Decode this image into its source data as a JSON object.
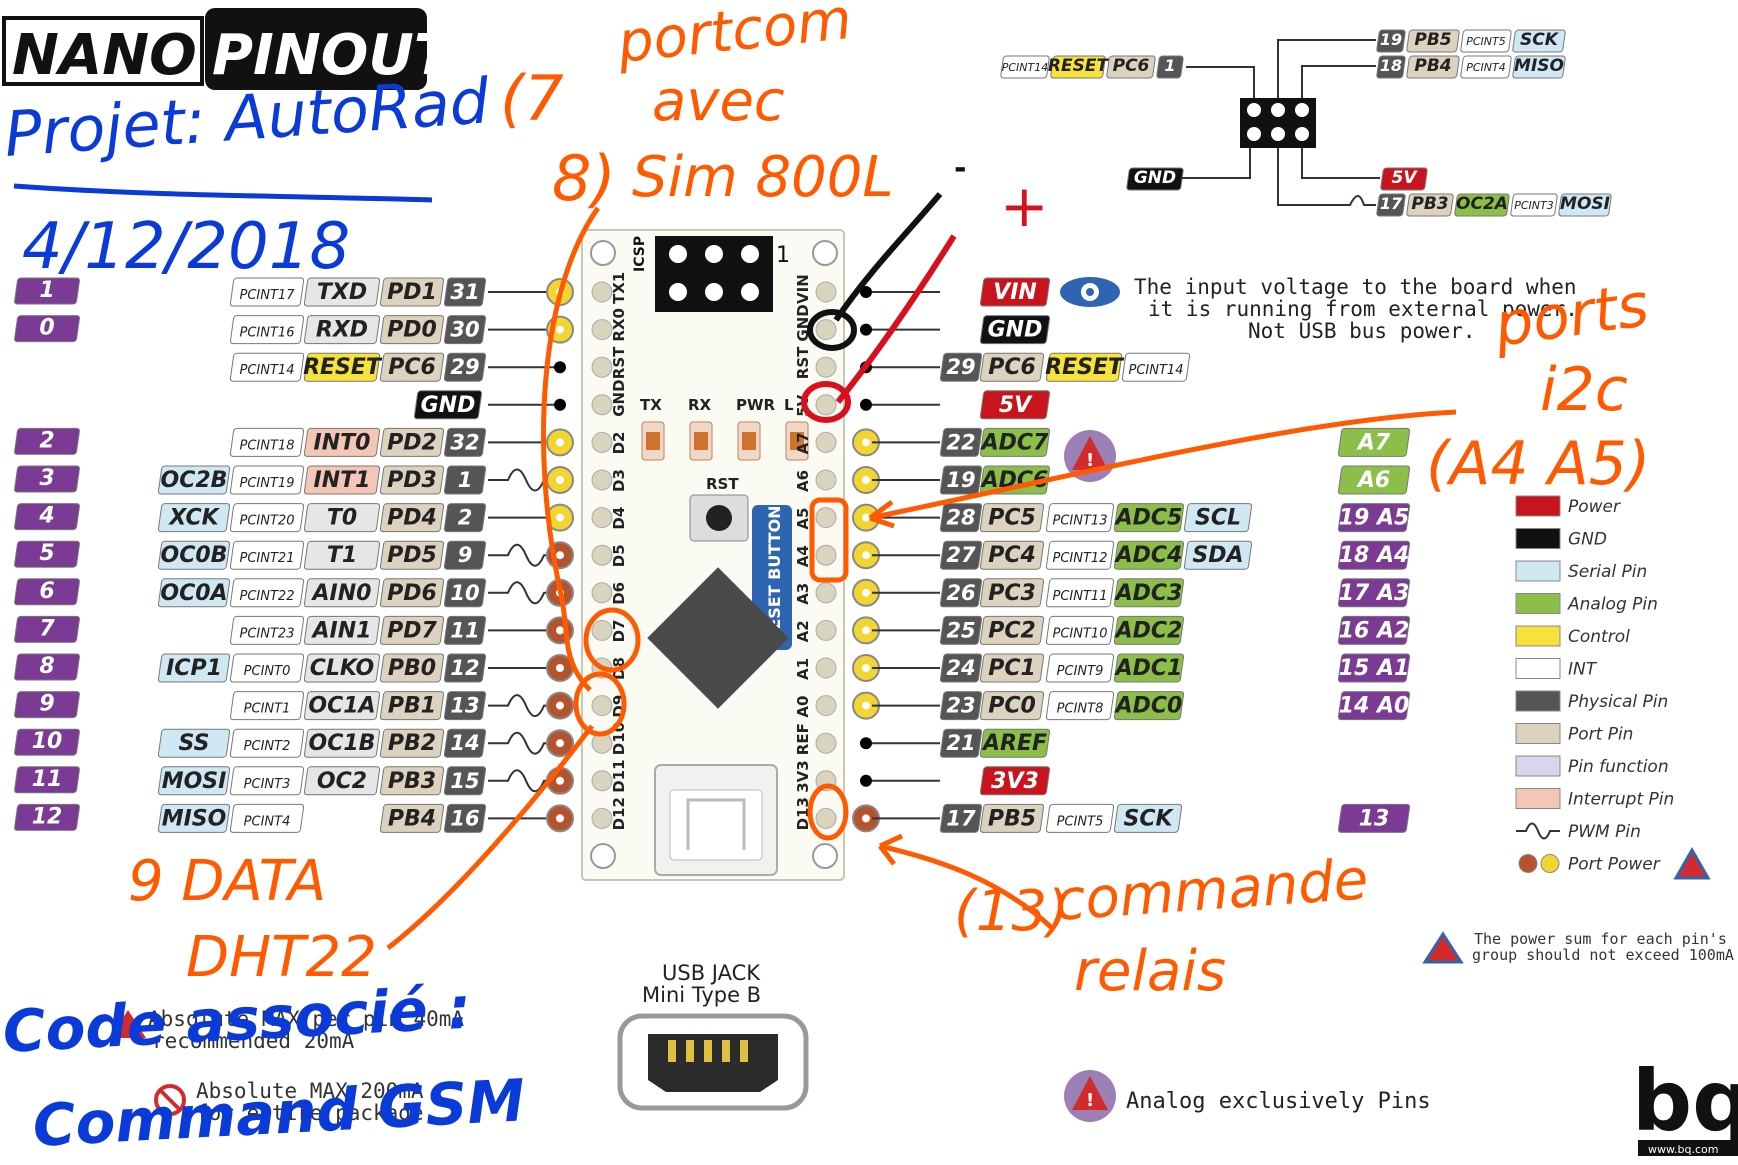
{
  "title": {
    "nano": "NANO",
    "pinout": "PINOUT"
  },
  "left_rows": [
    {
      "d": "1",
      "phys": "31",
      "port": "PD1",
      "func": "TXD",
      "pcint": "PCINT17",
      "extra": "",
      "pwm": false,
      "pin_label": "TX1",
      "pin_color": "#f2d530"
    },
    {
      "d": "0",
      "phys": "30",
      "port": "PD0",
      "func": "RXD",
      "pcint": "PCINT16",
      "extra": "",
      "pwm": false,
      "pin_label": "RX0",
      "pin_color": "#f2d530"
    },
    {
      "d": "",
      "phys": "29",
      "port": "PC6",
      "func": "RESET",
      "pcint": "PCINT14",
      "extra": "",
      "pwm": false,
      "pin_label": "RST",
      "pin_color": "#000"
    },
    {
      "d": "",
      "phys": "",
      "port": "GND",
      "func": "",
      "pcint": "",
      "extra": "",
      "pwm": false,
      "pin_label": "GND",
      "pin_color": "#000"
    },
    {
      "d": "2",
      "phys": "32",
      "port": "PD2",
      "func": "INT0",
      "pcint": "PCINT18",
      "extra": "",
      "pwm": false,
      "pin_label": "D2",
      "pin_color": "#f2d530"
    },
    {
      "d": "3",
      "phys": "1",
      "port": "PD3",
      "func": "INT1",
      "pcint": "PCINT19",
      "extra": "OC2B",
      "pwm": true,
      "pin_label": "D3",
      "pin_color": "#f2d530"
    },
    {
      "d": "4",
      "phys": "2",
      "port": "PD4",
      "func": "T0",
      "pcint": "PCINT20",
      "extra": "XCK",
      "pwm": false,
      "pin_label": "D4",
      "pin_color": "#f2d530"
    },
    {
      "d": "5",
      "phys": "9",
      "port": "PD5",
      "func": "T1",
      "pcint": "PCINT21",
      "extra": "OC0B",
      "pwm": true,
      "pin_label": "D5",
      "pin_color": "#b5532e"
    },
    {
      "d": "6",
      "phys": "10",
      "port": "PD6",
      "func": "AIN0",
      "pcint": "PCINT22",
      "extra": "OC0A",
      "pwm": true,
      "pin_label": "D6",
      "pin_color": "#b5532e"
    },
    {
      "d": "7",
      "phys": "11",
      "port": "PD7",
      "func": "AIN1",
      "pcint": "PCINT23",
      "extra": "",
      "pwm": false,
      "pin_label": "D7",
      "pin_color": "#b5532e"
    },
    {
      "d": "8",
      "phys": "12",
      "port": "PB0",
      "func": "CLKO",
      "pcint": "PCINT0",
      "extra": "ICP1",
      "pwm": false,
      "pin_label": "D8",
      "pin_color": "#b5532e"
    },
    {
      "d": "9",
      "phys": "13",
      "port": "PB1",
      "func": "OC1A",
      "pcint": "PCINT1",
      "extra": "",
      "pwm": true,
      "pin_label": "D9",
      "pin_color": "#b5532e"
    },
    {
      "d": "10",
      "phys": "14",
      "port": "PB2",
      "func": "OC1B",
      "pcint": "PCINT2",
      "extra": "SS",
      "pwm": true,
      "pin_label": "D10",
      "pin_color": "#b5532e"
    },
    {
      "d": "11",
      "phys": "15",
      "port": "PB3",
      "func": "OC2",
      "pcint": "PCINT3",
      "extra": "MOSI",
      "pwm": true,
      "pin_label": "D11",
      "pin_color": "#b5532e"
    },
    {
      "d": "12",
      "phys": "16",
      "port": "PB4",
      "func": "",
      "pcint": "PCINT4",
      "extra": "MISO",
      "pwm": false,
      "pin_label": "D12",
      "pin_color": "#b5532e"
    }
  ],
  "right_rows": [
    {
      "pin_label": "VIN",
      "phys": "",
      "name": "VIN",
      "type": "power",
      "pcint": "",
      "func": "",
      "far": ""
    },
    {
      "pin_label": "GND",
      "phys": "",
      "name": "GND",
      "type": "gnd",
      "pcint": "",
      "func": "",
      "far": ""
    },
    {
      "pin_label": "RST",
      "phys": "29",
      "name": "PC6",
      "type": "port",
      "pcint": "PCINT14",
      "func": "RESET",
      "far": ""
    },
    {
      "pin_label": "5V",
      "phys": "",
      "name": "5V",
      "type": "power",
      "pcint": "",
      "func": "",
      "far": ""
    },
    {
      "pin_label": "A7",
      "phys": "22",
      "name": "ADC7",
      "type": "analog",
      "pcint": "",
      "func": "",
      "far": "A7"
    },
    {
      "pin_label": "A6",
      "phys": "19",
      "name": "ADC6",
      "type": "analog",
      "pcint": "",
      "func": "",
      "far": "A6"
    },
    {
      "pin_label": "A5",
      "phys": "28",
      "name": "PC5",
      "type": "port",
      "pcint": "PCINT13",
      "func": "ADC5",
      "serial": "SCL",
      "far": "19 A5"
    },
    {
      "pin_label": "A4",
      "phys": "27",
      "name": "PC4",
      "type": "port",
      "pcint": "PCINT12",
      "func": "ADC4",
      "serial": "SDA",
      "far": "18 A4"
    },
    {
      "pin_label": "A3",
      "phys": "26",
      "name": "PC3",
      "type": "port",
      "pcint": "PCINT11",
      "func": "ADC3",
      "serial": "",
      "far": "17 A3"
    },
    {
      "pin_label": "A2",
      "phys": "25",
      "name": "PC2",
      "type": "port",
      "pcint": "PCINT10",
      "func": "ADC2",
      "serial": "",
      "far": "16 A2"
    },
    {
      "pin_label": "A1",
      "phys": "24",
      "name": "PC1",
      "type": "port",
      "pcint": "PCINT9",
      "func": "ADC1",
      "serial": "",
      "far": "15 A1"
    },
    {
      "pin_label": "A0",
      "phys": "23",
      "name": "PC0",
      "type": "port",
      "pcint": "PCINT8",
      "func": "ADC0",
      "serial": "",
      "far": "14 A0"
    },
    {
      "pin_label": "REF",
      "phys": "21",
      "name": "AREF",
      "type": "analog",
      "pcint": "",
      "func": "",
      "far": ""
    },
    {
      "pin_label": "3V3",
      "phys": "",
      "name": "3V3",
      "type": "power",
      "pcint": "",
      "func": "",
      "far": ""
    },
    {
      "pin_label": "D13",
      "phys": "17",
      "name": "PB5",
      "type": "port",
      "pcint": "PCINT5",
      "func": "",
      "serial": "SCK",
      "far": "13"
    }
  ],
  "icsp": {
    "label": "ICSP",
    "pin1": "1",
    "top1": {
      "phys": "19",
      "port": "PB5",
      "pcint": "PCINT5",
      "func": "SCK"
    },
    "top2": {
      "phys": "18",
      "port": "PB4",
      "pcint": "PCINT4",
      "func": "MISO"
    },
    "left": {
      "pcint": "PCINT14",
      "func": "RESET",
      "port": "PC6",
      "phys": "1"
    },
    "gnd": "GND",
    "v5": "5V",
    "bottom": {
      "phys": "17",
      "port": "PB3",
      "func2": "OC2A",
      "pcint": "PCINT3",
      "func": "MOSI"
    }
  },
  "board": {
    "leds": [
      "TX",
      "RX",
      "PWR",
      "L"
    ],
    "rst": "RST",
    "reset_button": "RESET BUTTON",
    "usb_label": "USB JACK",
    "usb_sub": "Mini Type B"
  },
  "vin_note": [
    "The input voltage to the board when",
    "it is running from external power.",
    "Not USB bus power."
  ],
  "legend": {
    "items": [
      {
        "label": "Power",
        "color": "#c8151d"
      },
      {
        "label": "GND",
        "color": "#111111"
      },
      {
        "label": "Serial Pin",
        "color": "#cfe8f4"
      },
      {
        "label": "Analog Pin",
        "color": "#8cbf4a"
      },
      {
        "label": "Control",
        "color": "#f6e23a"
      },
      {
        "label": "INT",
        "color": "#ffffff"
      },
      {
        "label": "Physical Pin",
        "color": "#555555"
      },
      {
        "label": "Port Pin",
        "color": "#dcd2bd"
      },
      {
        "label": "Pin function",
        "color": "#d9d5ec"
      },
      {
        "label": "Interrupt Pin",
        "color": "#f4c6b6"
      },
      {
        "label": "PWM Pin",
        "color": ""
      },
      {
        "label": "Port Power",
        "color": ""
      }
    ]
  },
  "notes": {
    "power_sum": [
      "The power sum for each pin's",
      "group should not exceed 100mA"
    ],
    "analog_excl": "Analog exclusively Pins",
    "abs_max_pin": [
      "Absolute MAX per pin 40mA",
      "recommended 20mA"
    ],
    "abs_max_pkg": [
      "Absolute MAX 200mA",
      "for entire package"
    ],
    "brand": "bq",
    "brand_url": "www.bq.com"
  },
  "handwriting": {
    "project": "Projet: AutoRad",
    "date": "4/12/2018",
    "pins_78": "(7",
    "pins_8": "8)",
    "portcom": [
      "portcom",
      "avec",
      "Sim 800L"
    ],
    "minus": "-",
    "plus": "+",
    "i2c": [
      "ports",
      "i2c",
      "(A4 A5)"
    ],
    "dht": [
      "9 DATA",
      "DHT22"
    ],
    "relay_num": "(13)",
    "relay": [
      "commande",
      "relais"
    ],
    "code": [
      "Code associé :",
      "Command GSM"
    ]
  },
  "colors": {
    "purple": "#7b3a93",
    "analog": "#8cbf4a",
    "power": "#c8151d",
    "phys": "#555555",
    "port": "#dcd2bd",
    "serial": "#cfe8f4",
    "control": "#f6e23a",
    "interrupt": "#f4c6b6",
    "orange": "#ff5a00",
    "blue": "#0a3bd8"
  }
}
